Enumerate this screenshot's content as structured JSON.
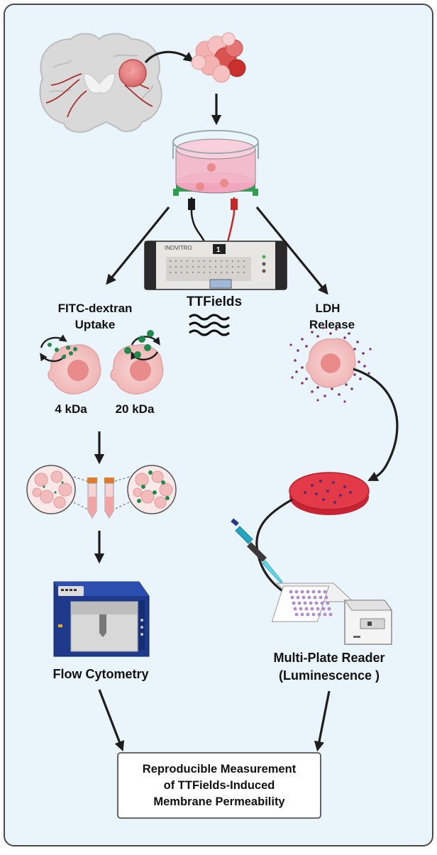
{
  "labels": {
    "device_brand": "INOVITRO",
    "device_channel": "1",
    "ttfields": "TTFields",
    "fitc_line1": "FITC-dextran",
    "fitc_line2": "Uptake",
    "ldh_line1": "LDH",
    "ldh_line2": "Release",
    "size_small": "4 kDa",
    "size_large": "20 kDa",
    "flow_cytometry": "Flow Cytometry",
    "plate_reader_line1": "Multi-Plate Reader",
    "plate_reader_line2": "(Luminescence )",
    "outcome_line1": "Reproducible Measurement",
    "outcome_line2": "of TTFields-Induced",
    "outcome_line3": "Membrane Permeability"
  },
  "colors": {
    "panel_background": "#eaf4fb",
    "panel_border": "#4a4a4a",
    "arrow": "#1e1e1e",
    "tumor": "#e58a8a",
    "tumor_dark": "#c9302c",
    "dish_medium": "#f4b6c8",
    "dish_base": "#2e9e4f",
    "cell": "#f6c9c9",
    "nucleus": "#e98b8b",
    "fitc_particle": "#1f8a4c",
    "ldh_particle": "#7b2f82",
    "red_plate": "#e23a48",
    "cytometer_body": "#1f3a8a",
    "cytometer_window": "#d8d8d8"
  },
  "icons": {
    "brain": "brain-coronal-section-icon",
    "tumor": "tumor-cell-cluster-icon",
    "culture_dish": "culture-dish-with-electrodes-icon",
    "device": "inovitro-generator-icon",
    "waves": "electric-field-waves-icon",
    "flow": "flow-cytometer-icon",
    "pipette": "micropipette-icon",
    "plate_reader": "multi-plate-reader-icon"
  }
}
